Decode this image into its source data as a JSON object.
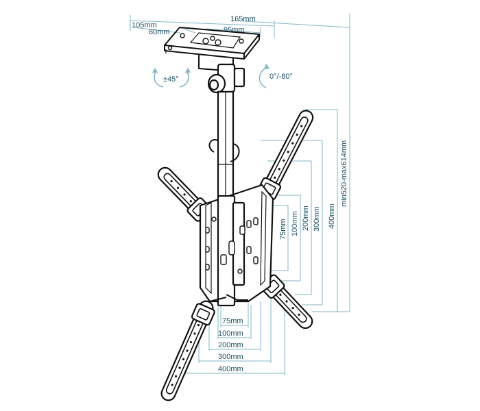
{
  "diagram": {
    "ceiling_plate": {
      "width_label": "165mm",
      "depth_label": "105mm",
      "hole_spacing_x_label": "95mm",
      "hole_spacing_y_label": "80mm"
    },
    "rotation": {
      "swivel_label": "±45°",
      "tilt_label": "0°/-80°"
    },
    "height": {
      "range_label": "min520-max614mm"
    },
    "vesa_vertical": [
      "75mm",
      "100mm",
      "200mm",
      "300mm",
      "400mm"
    ],
    "vesa_horizontal": [
      "75mm",
      "100mm",
      "200mm",
      "300mm",
      "400mm"
    ]
  }
}
